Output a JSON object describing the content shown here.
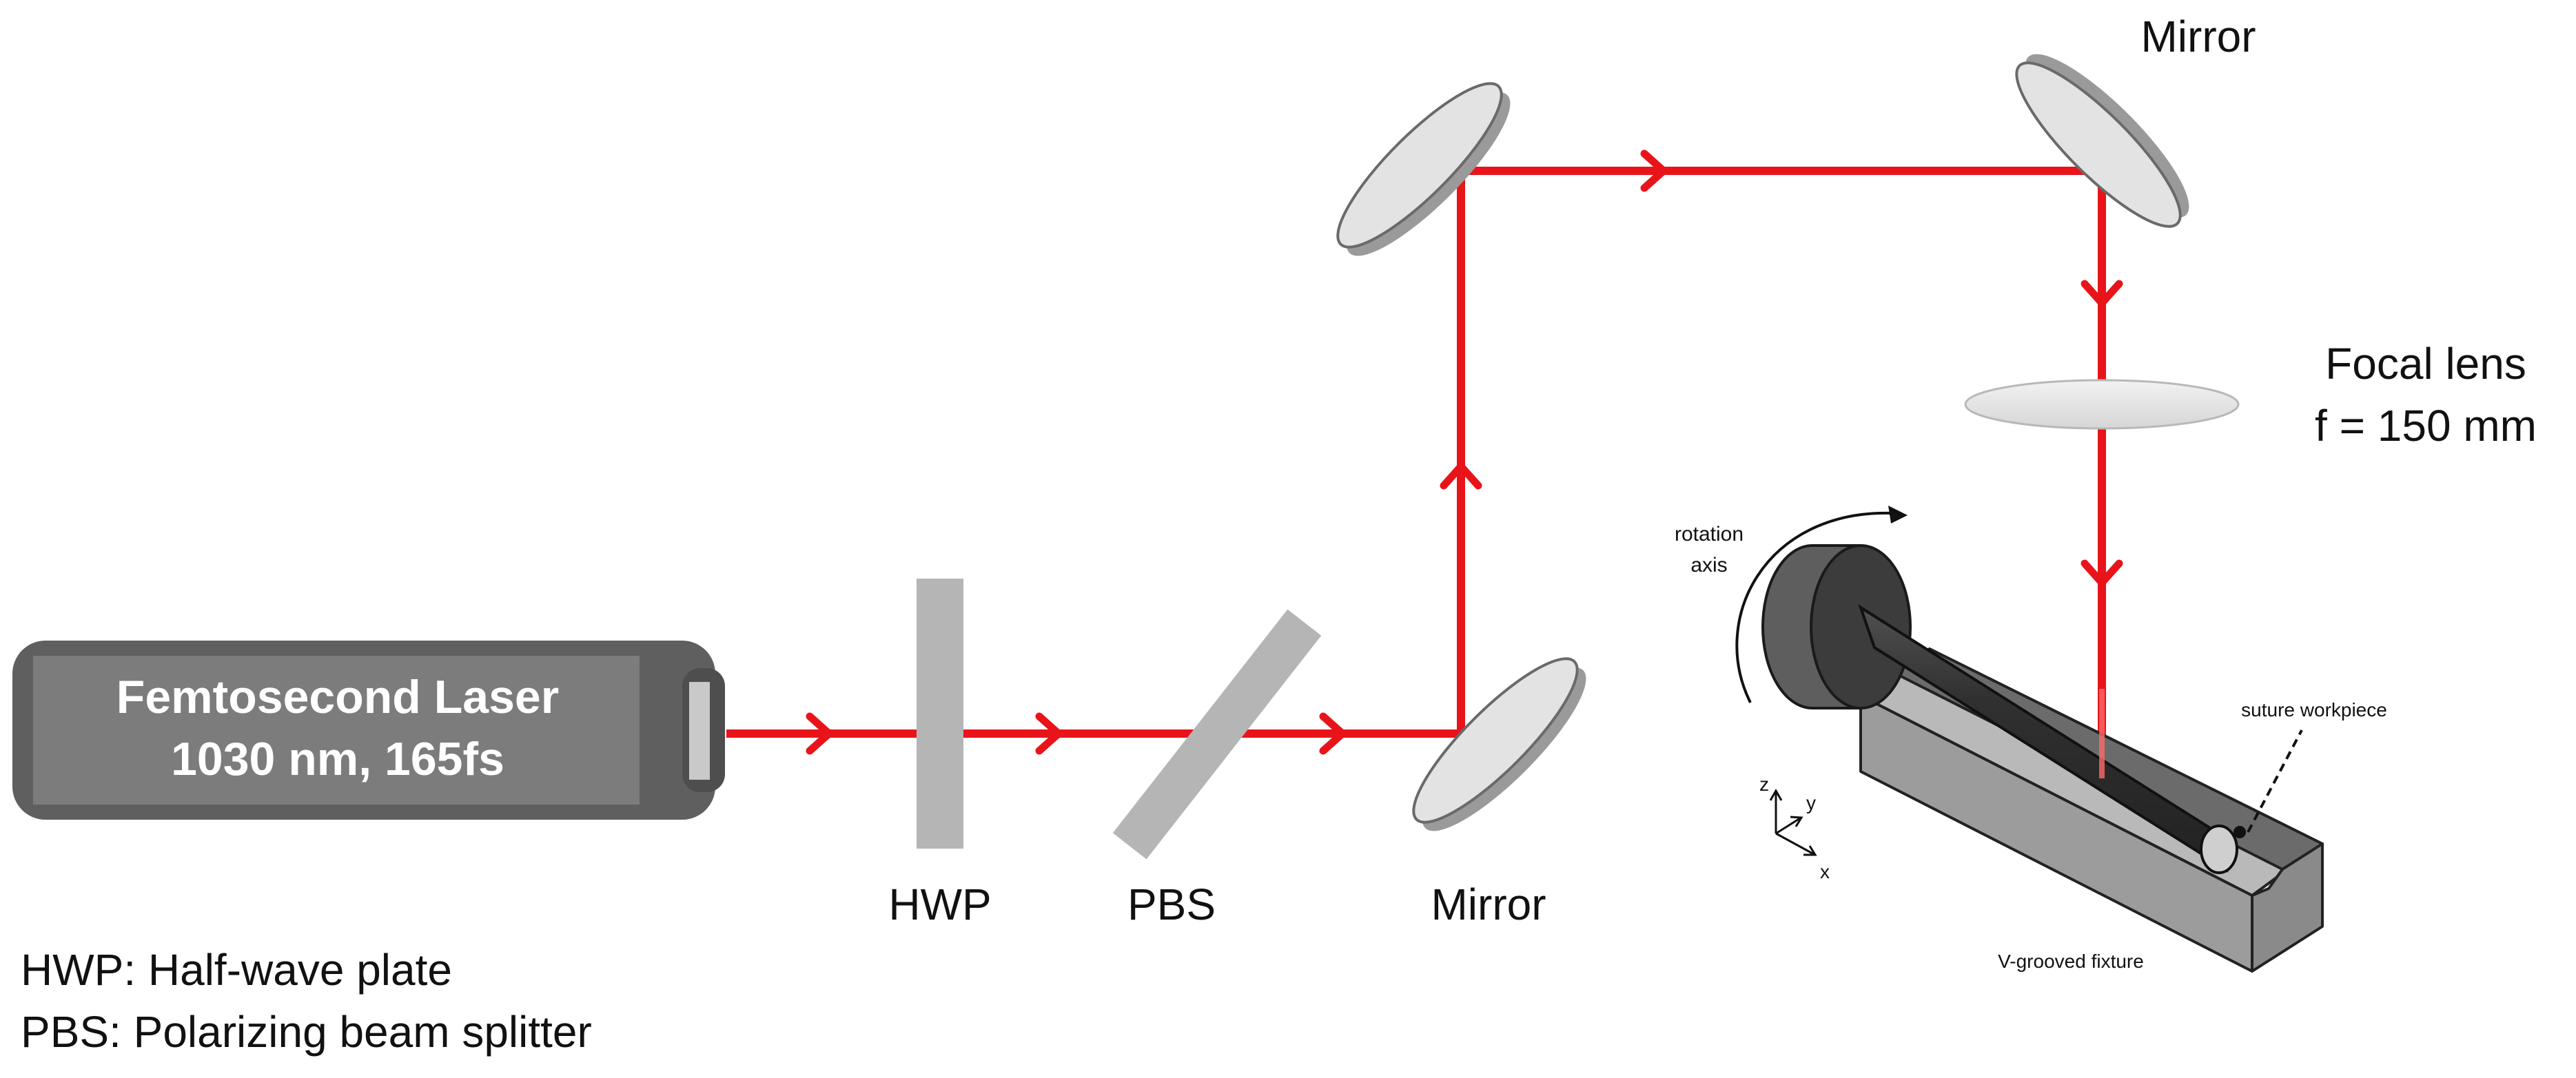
{
  "colors": {
    "beam": "#e8141a",
    "laser_body": "#5f5f5f",
    "laser_panel": "#7c7c7c",
    "optic_gray": "#b5b5b5",
    "mirror_face": "#e3e3e3",
    "fixture": "#9c9c9c"
  },
  "laser": {
    "name": "Femtosecond Laser",
    "spec": "1030 nm, 165fs"
  },
  "labels": {
    "hwp": "HWP",
    "pbs": "PBS",
    "mirror_bottom": "Mirror",
    "mirror_top": "Mirror",
    "lens_name": "Focal lens",
    "lens_focal": "f = 150 mm",
    "rotation_line1": "rotation",
    "rotation_line2": "axis",
    "workpiece": "suture workpiece",
    "fixture": "V-grooved fixture"
  },
  "axes": {
    "x": "x",
    "y": "y",
    "z": "z"
  },
  "legend": [
    "HWP: Half-wave plate",
    "PBS: Polarizing beam splitter"
  ]
}
